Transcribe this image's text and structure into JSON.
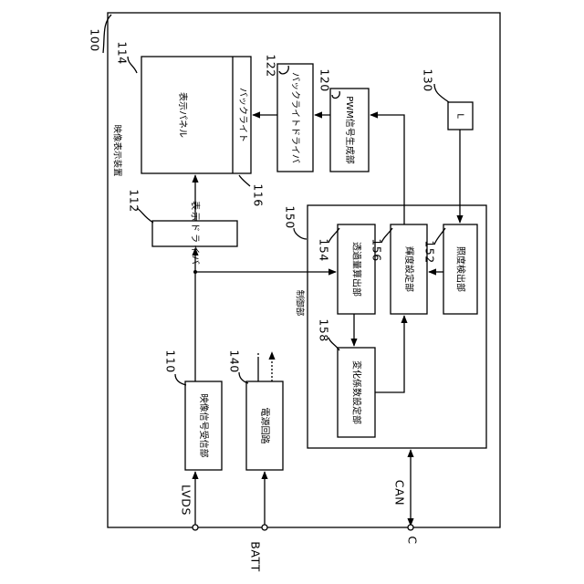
{
  "labels": {
    "device": "映像表示装置",
    "control": "制御部",
    "panel": "表示パネル",
    "backlight": "バックライト",
    "bl_driver": "バックライトドライバ",
    "pwm": "PWM信号生成部",
    "sensor": "L",
    "display_driver": "表示ドライバ",
    "transmittance": "透過量算出部",
    "luminance": "輝度設定部",
    "illuminance": "照度検出部",
    "coefficient": "変化係数設定部",
    "receiver": "映像信号受信部",
    "power": "電源回路"
  },
  "refs": {
    "device": "100",
    "panel": "114",
    "bl_driver": "122",
    "pwm": "120",
    "sensor": "130",
    "display_driver": "112",
    "control": "150",
    "transmittance": "154",
    "luminance": "156",
    "illuminance": "152",
    "backlight": "116",
    "receiver": "110",
    "power": "140",
    "coefficient": "158"
  },
  "terminals": {
    "lvds": "LVDS",
    "batt": "BATT",
    "can": "CAN",
    "c": "C"
  }
}
